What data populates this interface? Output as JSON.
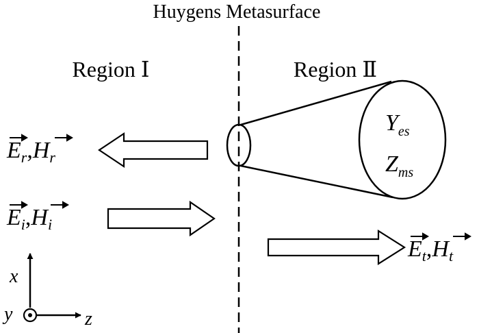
{
  "title": "Huygens Metasurface",
  "regions": {
    "left": "Region Ⅰ",
    "right": "Region Ⅱ"
  },
  "beams": {
    "reflected": {
      "e": "E",
      "e_sub": "r",
      "sep": ",",
      "h": "H",
      "h_sub": "r"
    },
    "incident": {
      "e": "E",
      "e_sub": "i",
      "sep": ",",
      "h": "H",
      "h_sub": "i"
    },
    "transmitted": {
      "e": "E",
      "e_sub": "t",
      "sep": ",",
      "h": "H",
      "h_sub": "t"
    }
  },
  "surface_params": {
    "y": "Y",
    "y_sub": "es",
    "z": "Z",
    "z_sub": "ms"
  },
  "axes": {
    "x": "x",
    "y": "y",
    "z": "z"
  }
}
